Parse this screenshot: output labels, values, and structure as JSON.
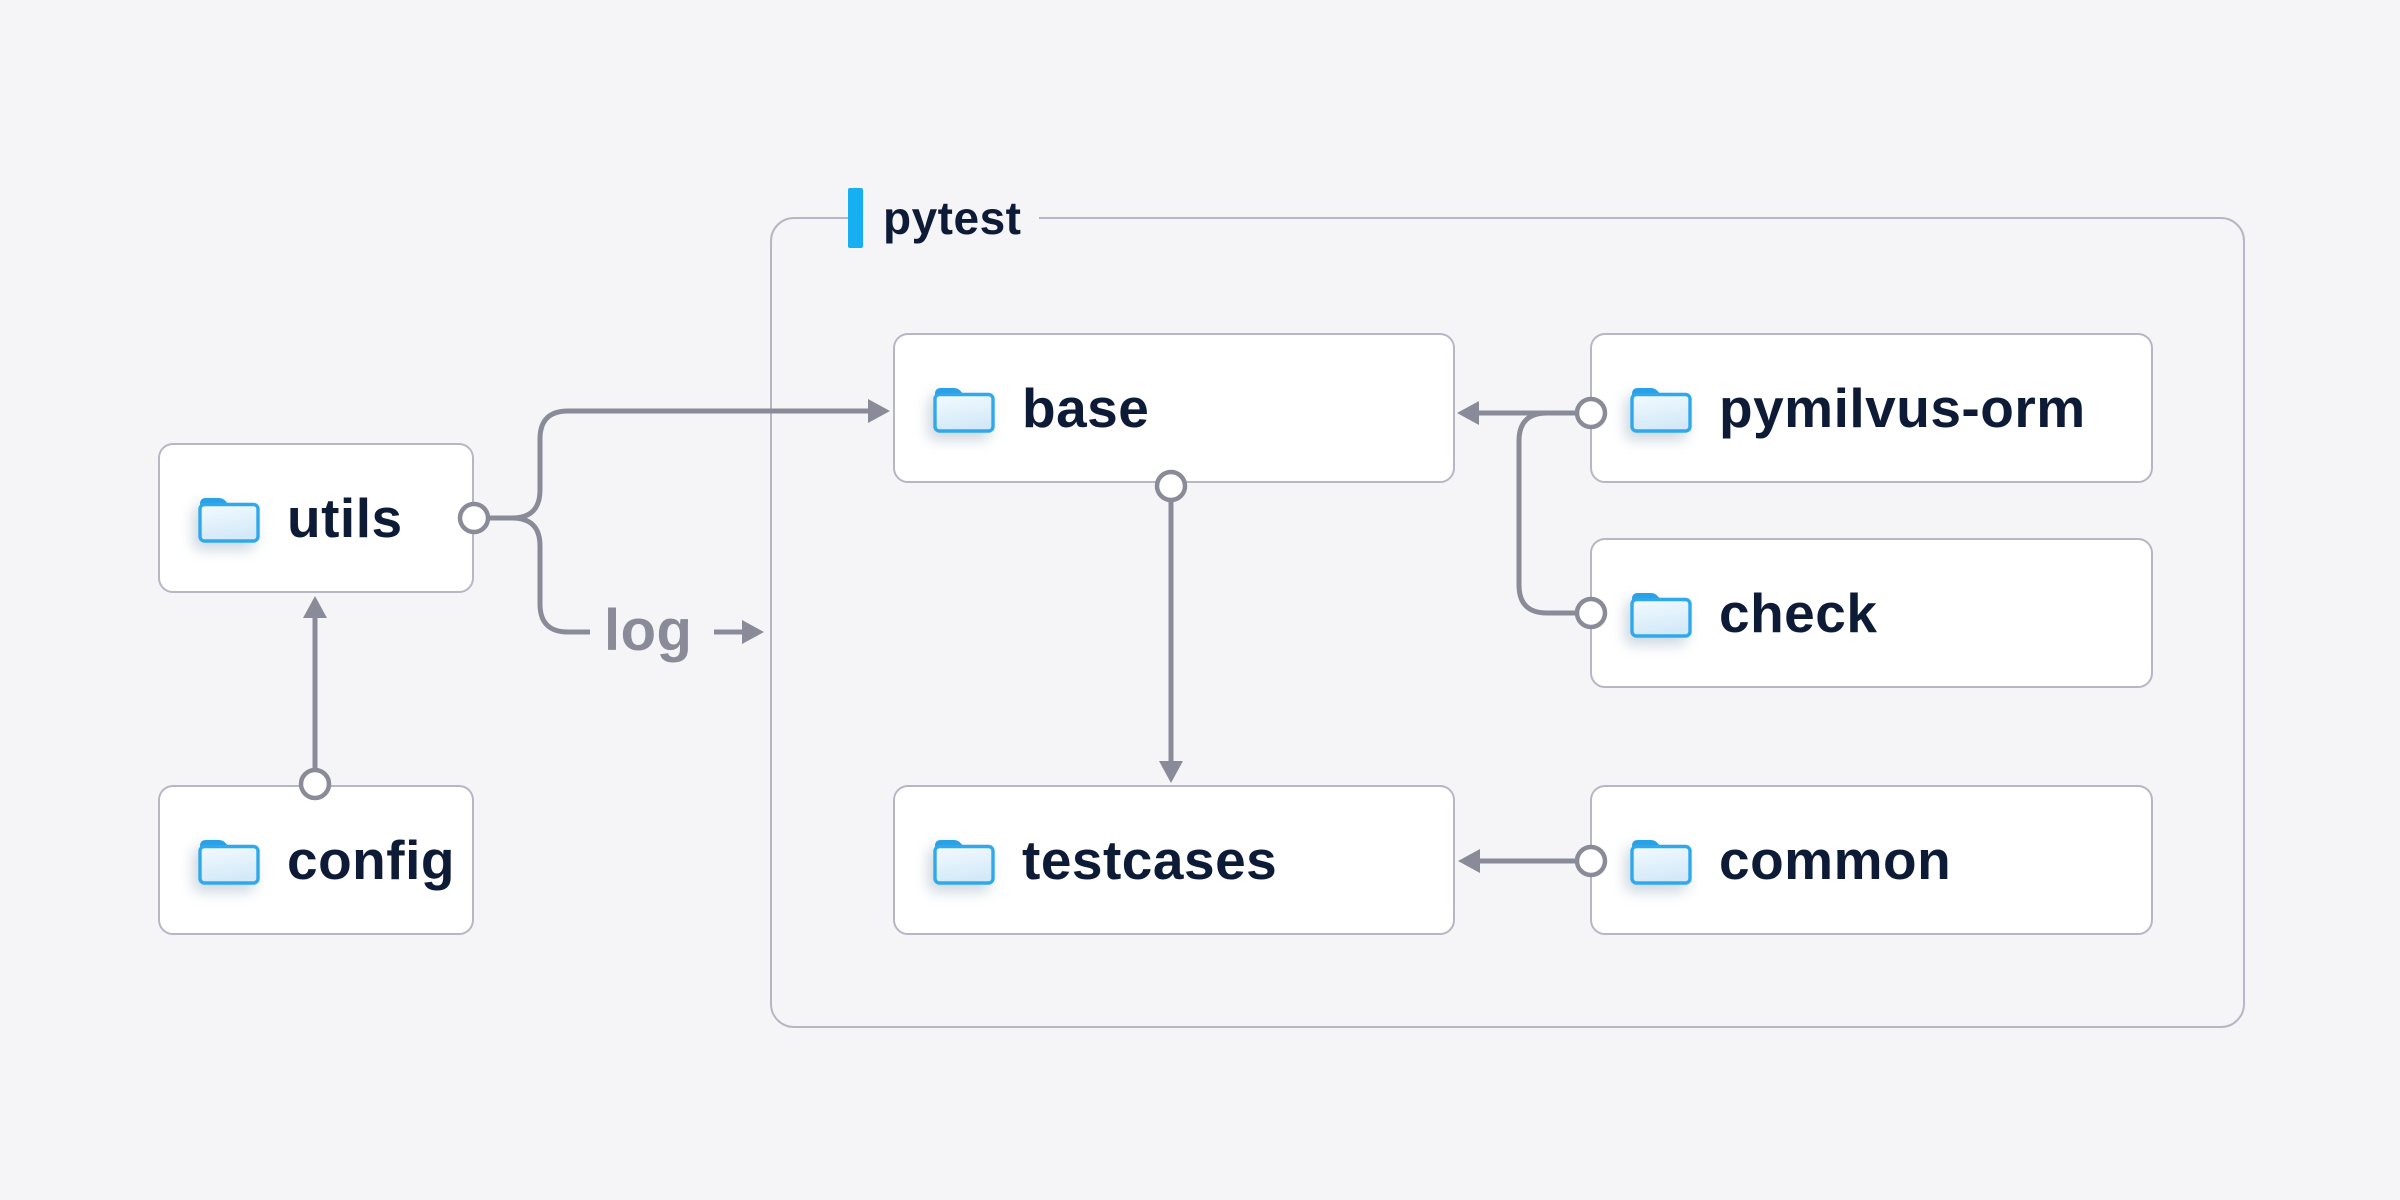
{
  "diagram": {
    "group_label": "pytest",
    "edge_label": "log",
    "nodes": {
      "utils": {
        "label": "utils",
        "icon": "folder-icon"
      },
      "config": {
        "label": "config",
        "icon": "folder-icon"
      },
      "base": {
        "label": "base",
        "icon": "folder-icon"
      },
      "pymilvus_orm": {
        "label": "pymilvus-orm",
        "icon": "folder-icon"
      },
      "check": {
        "label": "check",
        "icon": "folder-icon"
      },
      "testcases": {
        "label": "testcases",
        "icon": "folder-icon"
      },
      "common": {
        "label": "common",
        "icon": "folder-icon"
      }
    },
    "edges": [
      {
        "from": "config",
        "to": "utils"
      },
      {
        "from": "utils",
        "to": "base"
      },
      {
        "from": "utils",
        "to": "pytest",
        "label": "log"
      },
      {
        "from": "pymilvus-orm",
        "to": "base"
      },
      {
        "from": "check",
        "to": "base"
      },
      {
        "from": "base",
        "to": "testcases"
      },
      {
        "from": "common",
        "to": "testcases"
      }
    ],
    "colors": {
      "background": "#f5f5f7",
      "node_fill": "#ffffff",
      "node_border": "#b6b7c4",
      "connector": "#8a8b98",
      "label_text": "#0d1b36",
      "edge_label_text": "#8a8b98",
      "accent_bar": "#16aff1",
      "folder_blue": "#2fa9ec"
    }
  }
}
